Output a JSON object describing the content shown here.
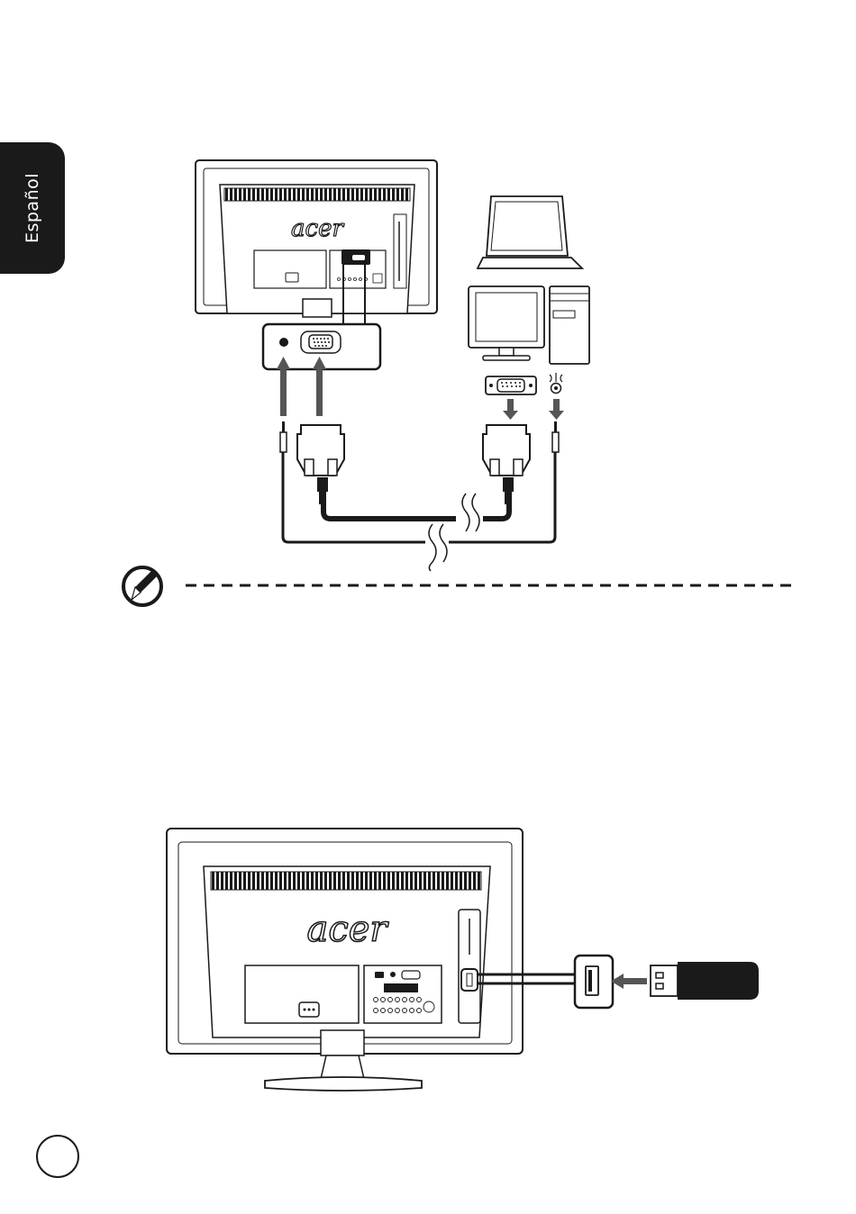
{
  "sidebar": {
    "language_label": "Español"
  },
  "diagram1": {
    "monitor_logo": "acer"
  },
  "diagram2": {
    "monitor_logo": "acer"
  },
  "icons": {
    "note": "note-pencil-icon",
    "audio": "audio-out-icon"
  },
  "colors": {
    "ink": "#1a1a1a",
    "arrow": "#555555",
    "tab": "#1a1a1a"
  }
}
